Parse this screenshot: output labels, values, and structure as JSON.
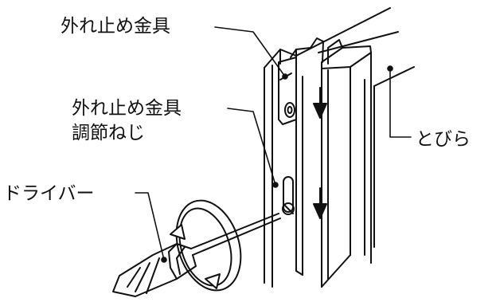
{
  "diagram": {
    "labels": {
      "stopper_fitting": "外れ止め金具",
      "adjust_screw_line1": "外れ止め金具",
      "adjust_screw_line2": "調節ねじ",
      "door": "とびら",
      "screwdriver": "ドライバー"
    },
    "colors": {
      "line": "#111111",
      "fill": "#ffffff"
    }
  }
}
